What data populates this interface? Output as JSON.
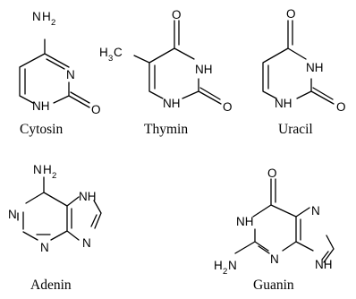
{
  "molecules": [
    {
      "key": "cytosin",
      "name": "Cytosin"
    },
    {
      "key": "thymin",
      "name": "Thymin"
    },
    {
      "key": "uracil",
      "name": "Uracil"
    },
    {
      "key": "adenin",
      "name": "Adenin"
    },
    {
      "key": "guanin",
      "name": "Guanin"
    }
  ],
  "atoms": {
    "N": "N",
    "NH": "NH",
    "O": "O",
    "H": "H",
    "C": "C",
    "sub2": "2",
    "sub3": "3"
  }
}
